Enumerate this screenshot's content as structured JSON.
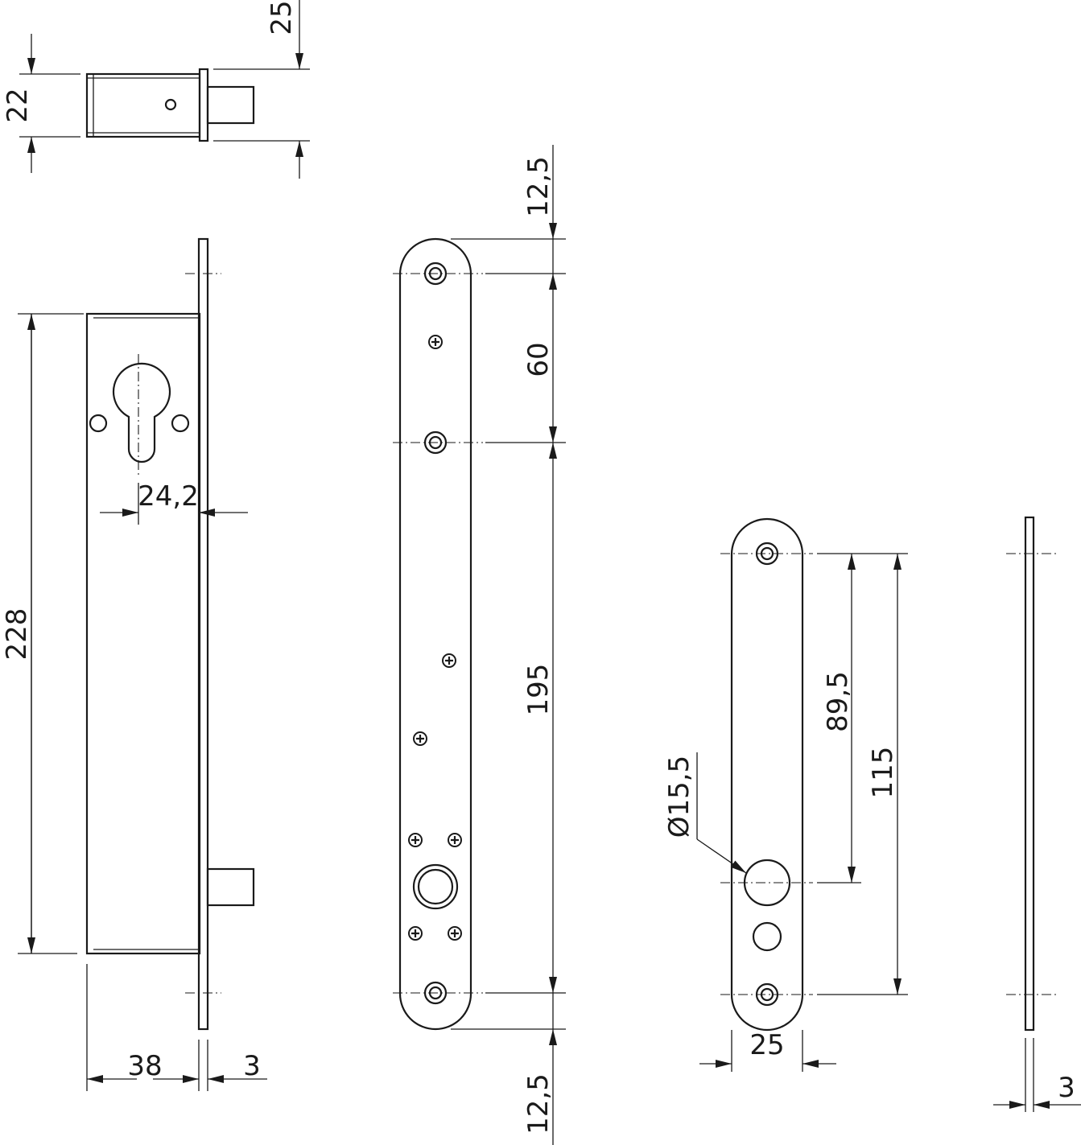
{
  "dimensions": {
    "top_bolt_offset": "25",
    "top_view_height": "22",
    "lock_body_height": "228",
    "backset": "24,2",
    "body_depth": "38",
    "faceplate_thickness": "3",
    "faceplate_top_margin": "12,5",
    "faceplate_hole_spacing_upper": "60",
    "faceplate_hole_spacing_lower": "195",
    "faceplate_bottom_margin": "12,5",
    "strike_hole_distance": "89,5",
    "strike_hole_spacing": "115",
    "strike_hole_diameter": "Ø15,5",
    "strike_width": "25",
    "strike_thickness": "3"
  },
  "colors": {
    "line": "#1a1a1a",
    "background": "#ffffff"
  }
}
